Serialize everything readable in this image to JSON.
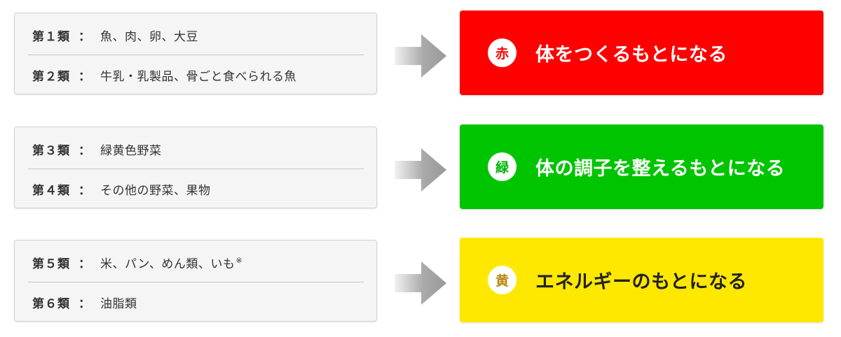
{
  "rows": [
    {
      "lines": [
        {
          "label": "第１類",
          "sep": "：",
          "foods": "魚、肉、卵、大豆",
          "note": ""
        },
        {
          "label": "第２類",
          "sep": "：",
          "foods": "牛乳・乳製品、骨ごと食べられる魚",
          "note": ""
        }
      ],
      "role": {
        "badge": "赤",
        "text": "体をつくるもとになる",
        "bg": "#ff0000",
        "text_color": "#ffffff",
        "badge_color": "#ff0000"
      }
    },
    {
      "lines": [
        {
          "label": "第３類",
          "sep": "：",
          "foods": "緑黄色野菜",
          "note": ""
        },
        {
          "label": "第４類",
          "sep": "：",
          "foods": "その他の野菜、果物",
          "note": ""
        }
      ],
      "role": {
        "badge": "緑",
        "text": "体の調子を整えるもとになる",
        "bg": "#00c400",
        "text_color": "#ffffff",
        "badge_color": "#00b400"
      }
    },
    {
      "lines": [
        {
          "label": "第５類",
          "sep": "：",
          "foods": "米、パン、めん類、いも",
          "note": "※"
        },
        {
          "label": "第６類",
          "sep": "：",
          "foods": "油脂類",
          "note": ""
        }
      ],
      "role": {
        "badge": "黄",
        "text": "エネルギーのもとになる",
        "bg": "#ffe800",
        "text_color": "#222222",
        "badge_color": "#b8860b"
      }
    }
  ],
  "arrow_icon": "right-arrow-icon"
}
